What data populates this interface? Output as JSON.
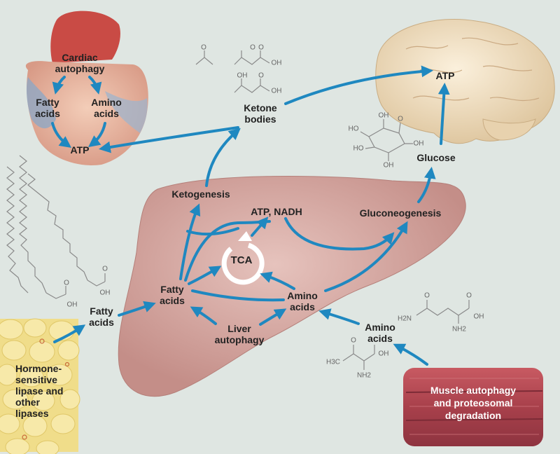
{
  "colors": {
    "background": "#dfe6e2",
    "arrow": "#1f88c0",
    "liver": "#d7a6a0",
    "heart": "#e9b7a0",
    "brain": "#f2dfc0",
    "muscle": "#b34550",
    "fat": "#f2de86"
  },
  "heart": {
    "cardiac_autophagy": "Cardiac\nautophagy",
    "fatty_acids": "Fatty\nacids",
    "amino_acids": "Amino\nacids",
    "atp": "ATP"
  },
  "ketone_bodies": "Ketone\nbodies",
  "brain": {
    "atp": "ATP"
  },
  "glucose": "Glucose",
  "liver": {
    "ketogenesis": "Ketogenesis",
    "atp_nadh": "ATP, NADH",
    "gluconeogenesis": "Gluconeogenesis",
    "tca": "TCA",
    "fatty_acids": "Fatty\nacids",
    "amino_acids": "Amino\nacids",
    "liver_autophagy": "Liver\nautophagy"
  },
  "adipose": {
    "fatty_acids": "Fatty\nacids",
    "lipase_label": "Hormone-\nsensitive\nlipase and\nother\nlipases"
  },
  "muscle": {
    "amino_acids": "Amino\nacids",
    "label": "Muscle autophagy\nand proteosomal\ndegradation"
  },
  "chem_labels": {
    "oh": "OH",
    "ho": "HO",
    "o": "O",
    "h2n": "H2N",
    "nh2": "NH2",
    "h3c": "H3C"
  }
}
